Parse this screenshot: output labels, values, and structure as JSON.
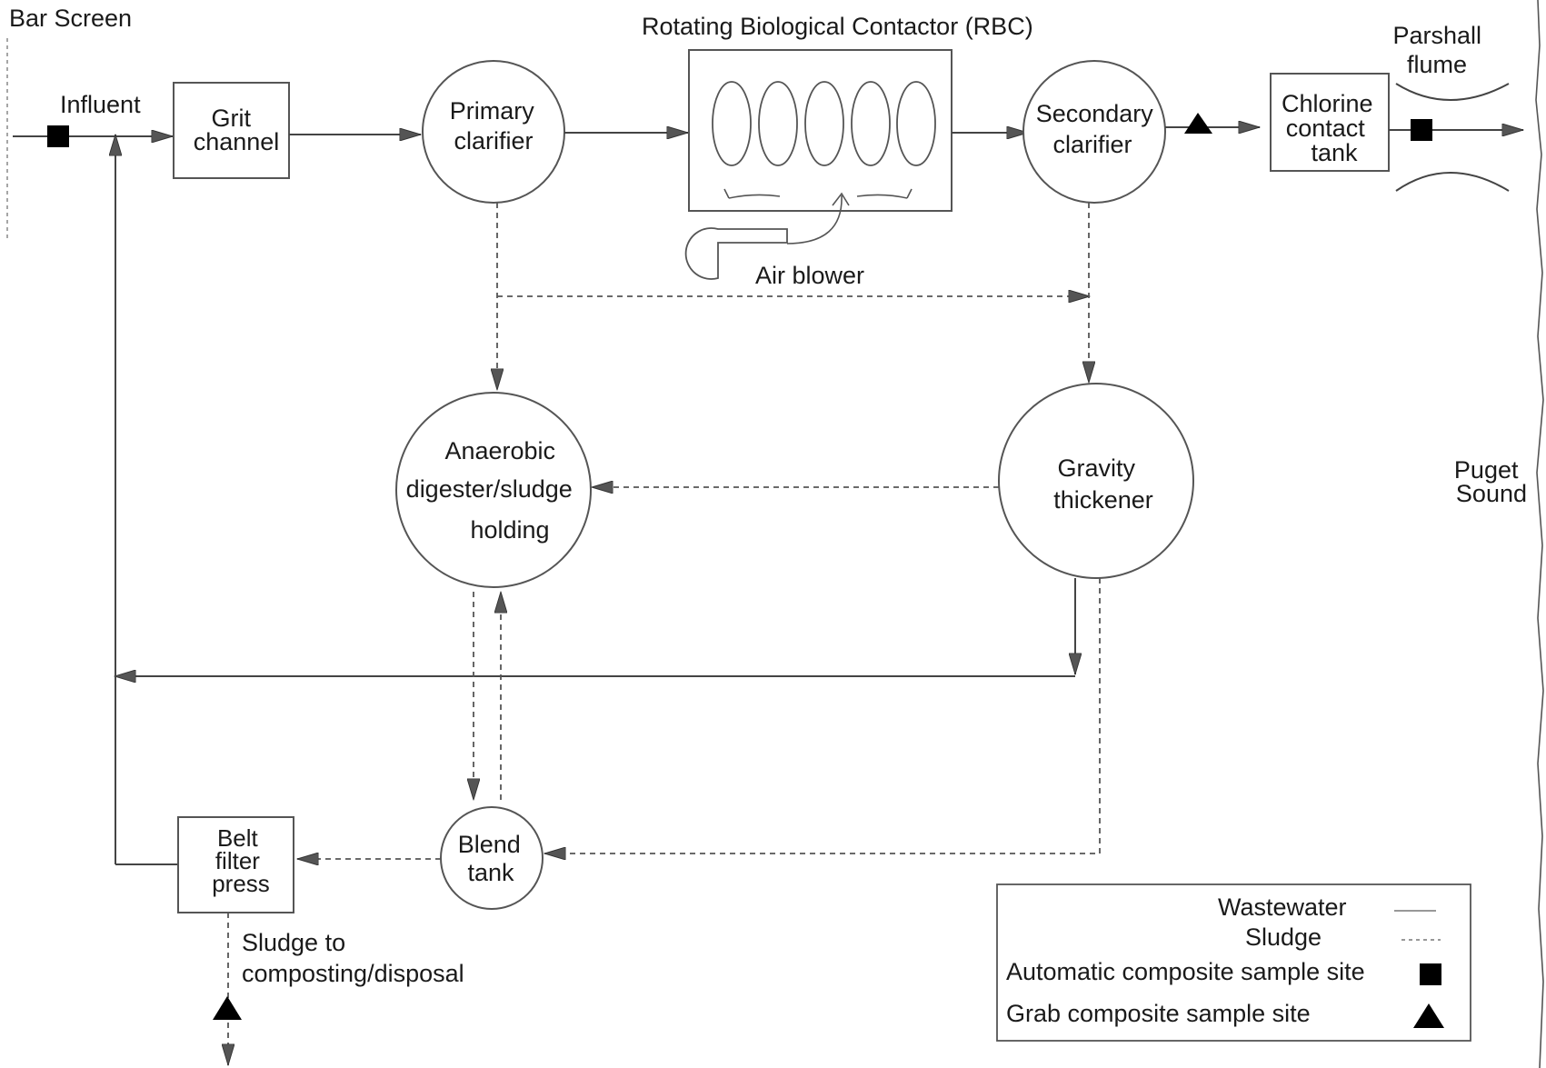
{
  "labels": {
    "bar_screen": "Bar Screen",
    "influent": "Influent",
    "grit_channel": [
      "Grit",
      "channel"
    ],
    "primary_clarifier": [
      "Primary",
      "clarifier"
    ],
    "rbc_title": "Rotating Biological Contactor (RBC)",
    "air_blower": "Air blower",
    "secondary_clarifier": [
      "Secondary",
      "clarifier"
    ],
    "chlorine_contact_tank": [
      "Chlorine",
      "contact",
      "tank"
    ],
    "parshall_flume": [
      "Parshall",
      "flume"
    ],
    "puget_sound": [
      "Puget",
      "Sound"
    ],
    "anaerobic_digester": [
      "Anaerobic",
      "digester/sludge",
      "holding"
    ],
    "gravity_thickener": [
      "Gravity",
      "thickener"
    ],
    "blend_tank": [
      "Blend",
      "tank"
    ],
    "belt_filter_press": [
      "Belt",
      "filter",
      "press"
    ],
    "sludge_out": [
      "Sludge to",
      "composting/disposal"
    ]
  },
  "legend": {
    "wastewater": "Wastewater",
    "sludge": "Sludge",
    "automatic_sample": "Automatic composite sample site",
    "grab_sample": "Grab composite sample site"
  },
  "colors": {
    "line": "#444444",
    "marker": "#000000",
    "background": "#ffffff"
  }
}
